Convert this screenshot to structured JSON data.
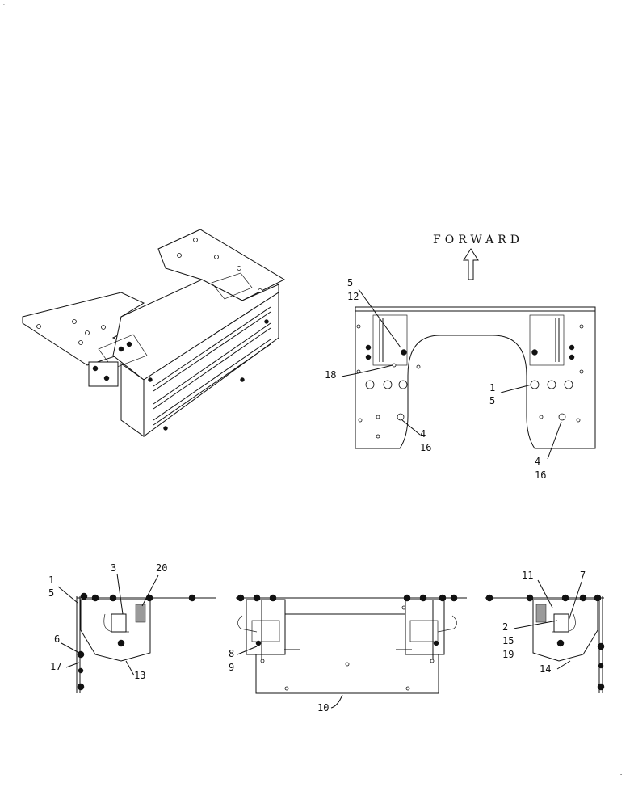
{
  "forward_label": "FORWARD",
  "callouts": {
    "top_left_5": "5",
    "top_left_12": "12",
    "left_18": "18",
    "mid_4": "4",
    "mid_16": "16",
    "right_1": "1",
    "right_5": "5",
    "right_4": "4",
    "right_16": "16",
    "bl_1": "1",
    "bl_5": "5",
    "bl_3": "3",
    "bl_20": "20",
    "bl_6": "6",
    "bl_17": "17",
    "bl_13": "13",
    "bc_8": "8",
    "bc_9": "9",
    "bc_10": "10",
    "br_11": "11",
    "br_7": "7",
    "br_2": "2",
    "br_15": "15",
    "br_19": "19",
    "br_14": "14"
  }
}
